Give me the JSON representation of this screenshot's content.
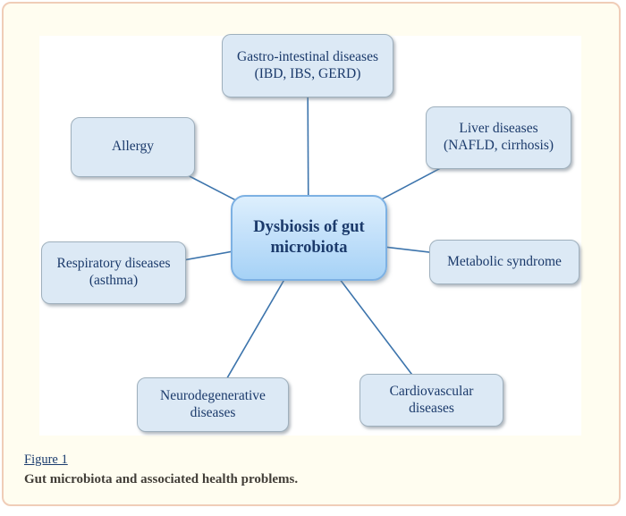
{
  "window": {
    "background": "#ffffff",
    "frame_fill": "#fffdf0",
    "frame_border": "#f0cdb8",
    "panel_fill": "#ffffff"
  },
  "diagram": {
    "center": {
      "label": "Dysbiosis of gut microbiota"
    },
    "nodes": {
      "gastro": {
        "label": "Gastro-intestinal diseases (IBD, IBS, GERD)"
      },
      "allergy": {
        "label": "Allergy"
      },
      "liver": {
        "label": "Liver diseases (NAFLD, cirrhosis)"
      },
      "metabolic": {
        "label": "Metabolic syndrome"
      },
      "respiratory": {
        "label": "Respiratory diseases (asthma)"
      },
      "neuro": {
        "label": "Neurodegenerative diseases"
      },
      "cardio": {
        "label": "Cardiovascular diseases"
      }
    },
    "colors": {
      "line": "#3c74ac",
      "node_fill": "#dce9f5",
      "node_border": "#9fb0bd",
      "center_border": "#7db1e3",
      "text": "#1b3a6b"
    }
  },
  "caption": {
    "figure_label": "Figure 1",
    "text": "Gut microbiota and associated health problems."
  }
}
